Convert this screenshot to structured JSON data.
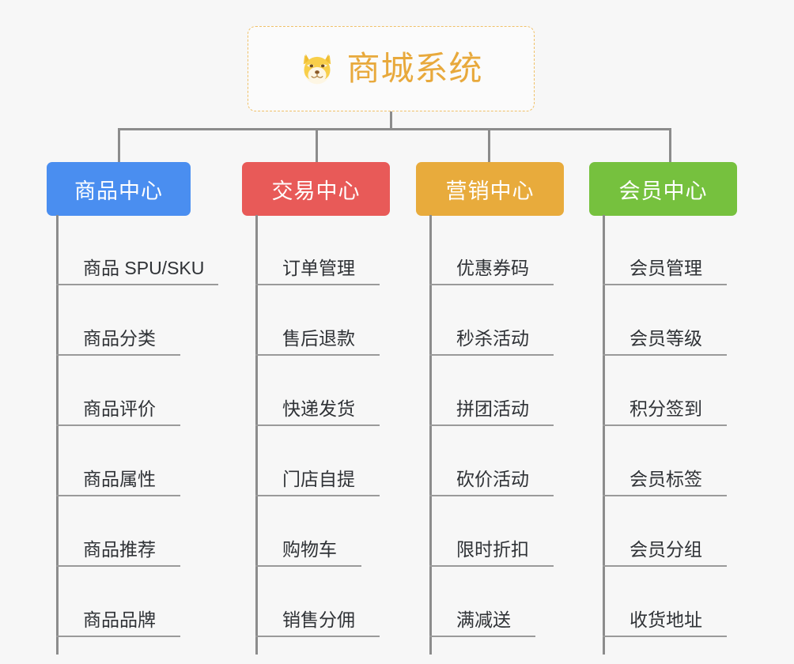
{
  "page": {
    "background": "#f7f7f7",
    "line_color": "#8c8c8c"
  },
  "root": {
    "title": "商城系统",
    "icon": "shiba-dog-icon",
    "border_color": "#f0c169",
    "text_color": "#e8a93c",
    "background": "#fbfbfb"
  },
  "branches": [
    {
      "label": "商品中心",
      "color": "#4a8ef0",
      "items": [
        "商品 SPU/SKU",
        "商品分类",
        "商品评价",
        "商品属性",
        "商品推荐",
        "商品品牌"
      ]
    },
    {
      "label": "交易中心",
      "color": "#e85a58",
      "items": [
        "订单管理",
        "售后退款",
        "快递发货",
        "门店自提",
        "购物车",
        "销售分佣"
      ]
    },
    {
      "label": "营销中心",
      "color": "#e8ab3c",
      "items": [
        "优惠券码",
        "秒杀活动",
        "拼团活动",
        "砍价活动",
        "限时折扣",
        "满减送"
      ]
    },
    {
      "label": "会员中心",
      "color": "#76c13e",
      "items": [
        "会员管理",
        "会员等级",
        "积分签到",
        "会员标签",
        "会员分组",
        "收货地址"
      ]
    }
  ]
}
